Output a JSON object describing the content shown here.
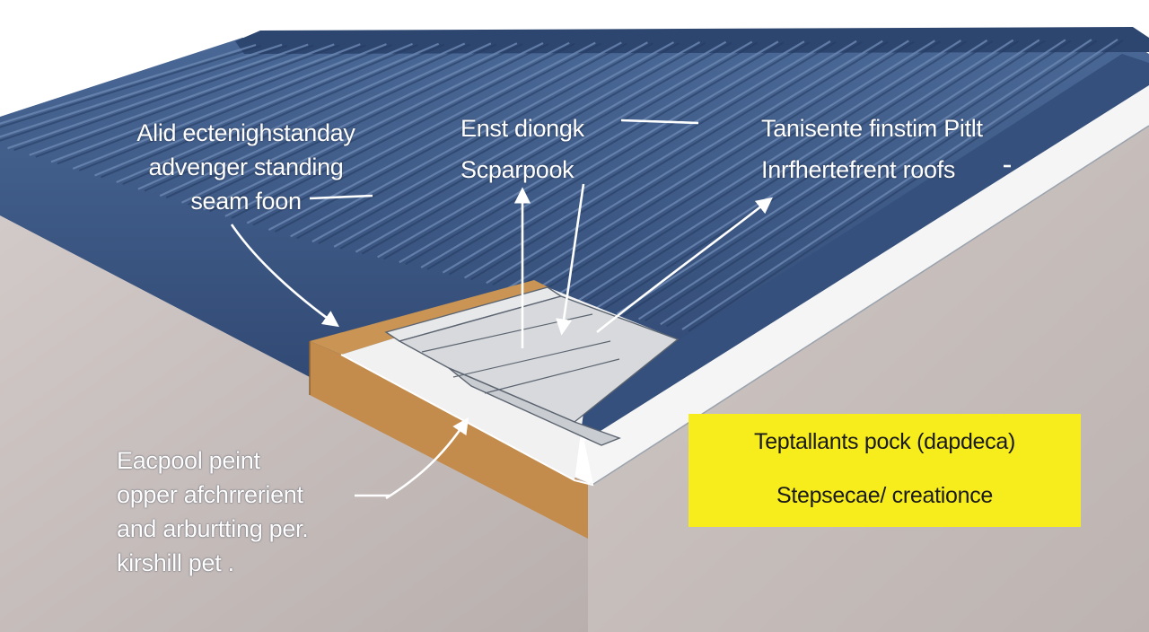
{
  "annotations": {
    "top_left": [
      "Alid ectenighstanday",
      "advenger standing",
      "seam foon"
    ],
    "top_center": [
      "Enst diongk",
      "Scparpook"
    ],
    "top_right": [
      "Tanisente finstim Pitlt",
      "Inrfhertefrent roofs"
    ],
    "bottom_left": [
      "Eacpool peint",
      "opper afchrrerient",
      "and arburtting per.",
      "kirshill pet ."
    ]
  },
  "callout": {
    "line1": "Teptallants pock (dapdeca)",
    "line2": "Stepsecae/ creationce"
  },
  "colors": {
    "roof_panel": "#3c5a8a",
    "roof_shade": "#2f4a76",
    "wall": "#c8bfbd",
    "fascia": "#f4f4f4",
    "wood": "#c99454",
    "flashing": "#d8dadc",
    "callout_bg": "#f7ed1c",
    "label_text": "#ffffff"
  }
}
